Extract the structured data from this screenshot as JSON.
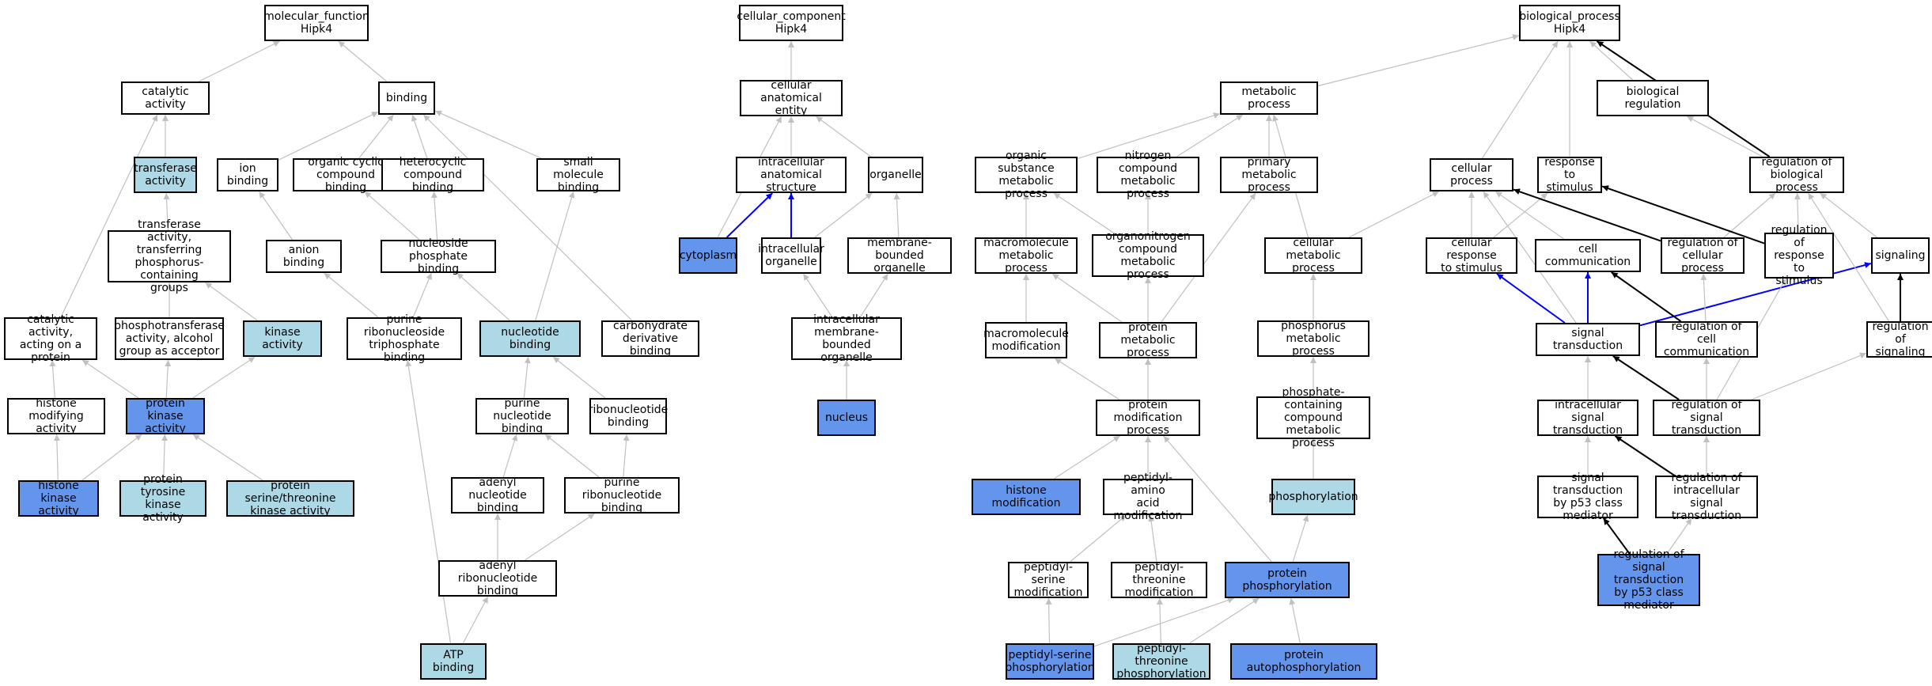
{
  "colors": {
    "grey_edge": "#c0c0c0",
    "black_edge": "#000000",
    "blue_edge": "#0000ff",
    "light_fill": "#add8e6",
    "strong_fill": "#6495ed"
  },
  "nodes": [
    {
      "id": "mf",
      "label": "molecular_function\nHipk4",
      "fill": "white"
    },
    {
      "id": "catalytic",
      "label": "catalytic activity",
      "fill": "white"
    },
    {
      "id": "binding",
      "label": "binding",
      "fill": "white"
    },
    {
      "id": "transferase",
      "label": "transferase\nactivity",
      "fill": "light"
    },
    {
      "id": "ionbind",
      "label": "ion binding",
      "fill": "white"
    },
    {
      "id": "orgcyc",
      "label": "organic cyclic\ncompound binding",
      "fill": "white"
    },
    {
      "id": "hetero",
      "label": "heterocyclic\ncompound binding",
      "fill": "white"
    },
    {
      "id": "smallmol",
      "label": "small molecule\nbinding",
      "fill": "white"
    },
    {
      "id": "transP",
      "label": "transferase\nactivity, transferring\nphosphorus-containing\ngroups",
      "fill": "white"
    },
    {
      "id": "anion",
      "label": "anion binding",
      "fill": "white"
    },
    {
      "id": "nucphos",
      "label": "nucleoside phosphate\nbinding",
      "fill": "white"
    },
    {
      "id": "catprot",
      "label": "catalytic activity,\nacting on a\nprotein",
      "fill": "white"
    },
    {
      "id": "phosalc",
      "label": "phosphotransferase\nactivity, alcohol\ngroup as acceptor",
      "fill": "white"
    },
    {
      "id": "kinase",
      "label": "kinase activity",
      "fill": "light"
    },
    {
      "id": "purribotri",
      "label": "purine ribonucleoside\ntriphosphate\nbinding",
      "fill": "white"
    },
    {
      "id": "nucbind",
      "label": "nucleotide binding",
      "fill": "light"
    },
    {
      "id": "carbo",
      "label": "carbohydrate\nderivative binding",
      "fill": "white"
    },
    {
      "id": "histmod",
      "label": "histone modifying\nactivity",
      "fill": "white"
    },
    {
      "id": "protkin",
      "label": "protein kinase\nactivity",
      "fill": "strong"
    },
    {
      "id": "purnuc",
      "label": "purine nucleotide\nbinding",
      "fill": "white"
    },
    {
      "id": "ribonuc",
      "label": "ribonucleotide\nbinding",
      "fill": "white"
    },
    {
      "id": "histkin",
      "label": "histone kinase\nactivity",
      "fill": "strong"
    },
    {
      "id": "tyrkin",
      "label": "protein tyrosine\nkinase activity",
      "fill": "light"
    },
    {
      "id": "serthrkin",
      "label": "protein serine/threonine\nkinase activity",
      "fill": "light"
    },
    {
      "id": "adenucl",
      "label": "adenyl nucleotide\nbinding",
      "fill": "white"
    },
    {
      "id": "purribonuc",
      "label": "purine ribonucleotide\nbinding",
      "fill": "white"
    },
    {
      "id": "adenribo",
      "label": "adenyl ribonucleotide\nbinding",
      "fill": "white"
    },
    {
      "id": "atp",
      "label": "ATP binding",
      "fill": "light"
    },
    {
      "id": "cc",
      "label": "cellular_component\nHipk4",
      "fill": "white"
    },
    {
      "id": "cae",
      "label": "cellular anatomical\nentity",
      "fill": "white"
    },
    {
      "id": "icstruct",
      "label": "intracellular\nanatomical structure",
      "fill": "white"
    },
    {
      "id": "organelle",
      "label": "organelle",
      "fill": "white"
    },
    {
      "id": "cytoplasm",
      "label": "cytoplasm",
      "fill": "strong"
    },
    {
      "id": "icorg",
      "label": "intracellular\norganelle",
      "fill": "white"
    },
    {
      "id": "memborg",
      "label": "membrane-bounded\norganelle",
      "fill": "white"
    },
    {
      "id": "icmemorg",
      "label": "intracellular\nmembrane-bounded\norganelle",
      "fill": "white"
    },
    {
      "id": "nucleus",
      "label": "nucleus",
      "fill": "strong"
    },
    {
      "id": "bp",
      "label": "biological_process\nHipk4",
      "fill": "white"
    },
    {
      "id": "metab",
      "label": "metabolic process",
      "fill": "white"
    },
    {
      "id": "bioreg",
      "label": "biological regulation",
      "fill": "white"
    },
    {
      "id": "orgsub",
      "label": "organic substance\nmetabolic process",
      "fill": "white"
    },
    {
      "id": "nitro",
      "label": "nitrogen compound\nmetabolic process",
      "fill": "white"
    },
    {
      "id": "primmet",
      "label": "primary metabolic\nprocess",
      "fill": "white"
    },
    {
      "id": "cellproc",
      "label": "cellular process",
      "fill": "white"
    },
    {
      "id": "respstim",
      "label": "response to\nstimulus",
      "fill": "white"
    },
    {
      "id": "regbio",
      "label": "regulation of\nbiological process",
      "fill": "white"
    },
    {
      "id": "macromet",
      "label": "macromolecule\nmetabolic process",
      "fill": "white"
    },
    {
      "id": "orgnitro",
      "label": "organonitrogen\ncompound metabolic\nprocess",
      "fill": "white"
    },
    {
      "id": "cellmet",
      "label": "cellular metabolic\nprocess",
      "fill": "white"
    },
    {
      "id": "cellresp",
      "label": "cellular response\nto stimulus",
      "fill": "white"
    },
    {
      "id": "cellcomm",
      "label": "cell communication",
      "fill": "white"
    },
    {
      "id": "regcell",
      "label": "regulation of\ncellular process",
      "fill": "white"
    },
    {
      "id": "regresp",
      "label": "regulation of\nresponse to\nstimulus",
      "fill": "white"
    },
    {
      "id": "signaling",
      "label": "signaling",
      "fill": "white"
    },
    {
      "id": "macromod",
      "label": "macromolecule\nmodification",
      "fill": "white"
    },
    {
      "id": "protmet",
      "label": "protein metabolic\nprocess",
      "fill": "white"
    },
    {
      "id": "phosmet",
      "label": "phosphorus metabolic\nprocess",
      "fill": "white"
    },
    {
      "id": "sigtrans",
      "label": "signal transduction",
      "fill": "white"
    },
    {
      "id": "regcomm",
      "label": "regulation of\ncell communication",
      "fill": "white"
    },
    {
      "id": "regsig",
      "label": "regulation of\nsignaling",
      "fill": "white"
    },
    {
      "id": "protmod",
      "label": "protein modification\nprocess",
      "fill": "white"
    },
    {
      "id": "phoscont",
      "label": "phosphate-containing\ncompound metabolic\nprocess",
      "fill": "white"
    },
    {
      "id": "icsig",
      "label": "intracellular\nsignal transduction",
      "fill": "white"
    },
    {
      "id": "regsigtrans",
      "label": "regulation of\nsignal transduction",
      "fill": "white"
    },
    {
      "id": "histmodp",
      "label": "histone modification",
      "fill": "strong"
    },
    {
      "id": "pepaa",
      "label": "peptidyl-amino\nacid modification",
      "fill": "white"
    },
    {
      "id": "phosph",
      "label": "phosphorylation",
      "fill": "light"
    },
    {
      "id": "p53",
      "label": "signal transduction\nby p53 class\nmediator",
      "fill": "white"
    },
    {
      "id": "regicsig",
      "label": "regulation of\nintracellular\nsignal transduction",
      "fill": "white"
    },
    {
      "id": "pepser",
      "label": "peptidyl-serine\nmodification",
      "fill": "white"
    },
    {
      "id": "pepthr",
      "label": "peptidyl-threonine\nmodification",
      "fill": "white"
    },
    {
      "id": "protphos",
      "label": "protein phosphorylation",
      "fill": "strong"
    },
    {
      "id": "regp53",
      "label": "regulation of\nsignal transduction\nby p53 class\nmediator",
      "fill": "strong"
    },
    {
      "id": "pepserp",
      "label": "peptidyl-serine\nphosphorylation",
      "fill": "strong"
    },
    {
      "id": "pepthrp",
      "label": "peptidyl-threonine\nphosphorylation",
      "fill": "light"
    },
    {
      "id": "autophos",
      "label": "protein autophosphorylation",
      "fill": "strong"
    }
  ],
  "edges": [
    [
      "catalytic",
      "mf",
      "grey"
    ],
    [
      "binding",
      "mf",
      "grey"
    ],
    [
      "transferase",
      "catalytic",
      "grey"
    ],
    [
      "catprot",
      "catalytic",
      "grey"
    ],
    [
      "ionbind",
      "binding",
      "grey"
    ],
    [
      "orgcyc",
      "binding",
      "grey"
    ],
    [
      "hetero",
      "binding",
      "grey"
    ],
    [
      "smallmol",
      "binding",
      "grey"
    ],
    [
      "carbo",
      "binding",
      "grey"
    ],
    [
      "transP",
      "transferase",
      "grey"
    ],
    [
      "anion",
      "ionbind",
      "grey"
    ],
    [
      "nucphos",
      "orgcyc",
      "grey"
    ],
    [
      "nucphos",
      "hetero",
      "grey"
    ],
    [
      "phosalc",
      "transP",
      "grey"
    ],
    [
      "kinase",
      "transP",
      "grey"
    ],
    [
      "purribotri",
      "anion",
      "grey"
    ],
    [
      "purribotri",
      "nucphos",
      "grey"
    ],
    [
      "nucbind",
      "nucphos",
      "grey"
    ],
    [
      "nucbind",
      "smallmol",
      "grey"
    ],
    [
      "histmod",
      "catprot",
      "grey"
    ],
    [
      "protkin",
      "catprot",
      "grey"
    ],
    [
      "protkin",
      "phosalc",
      "grey"
    ],
    [
      "protkin",
      "kinase",
      "grey"
    ],
    [
      "purnuc",
      "nucbind",
      "grey"
    ],
    [
      "ribonuc",
      "nucbind",
      "grey"
    ],
    [
      "histkin",
      "histmod",
      "grey"
    ],
    [
      "histkin",
      "protkin",
      "grey"
    ],
    [
      "tyrkin",
      "protkin",
      "grey"
    ],
    [
      "serthrkin",
      "protkin",
      "grey"
    ],
    [
      "adenucl",
      "purnuc",
      "grey"
    ],
    [
      "purribonuc",
      "purnuc",
      "grey"
    ],
    [
      "purribonuc",
      "ribonuc",
      "grey"
    ],
    [
      "adenribo",
      "adenucl",
      "grey"
    ],
    [
      "adenribo",
      "purribonuc",
      "grey"
    ],
    [
      "atp",
      "adenribo",
      "grey"
    ],
    [
      "atp",
      "purribotri",
      "grey"
    ],
    [
      "cae",
      "cc",
      "grey"
    ],
    [
      "icstruct",
      "cae",
      "grey"
    ],
    [
      "organelle",
      "cae",
      "grey"
    ],
    [
      "cytoplasm",
      "cae",
      "grey"
    ],
    [
      "cytoplasm",
      "icstruct",
      "blue"
    ],
    [
      "icorg",
      "icstruct",
      "blue"
    ],
    [
      "icorg",
      "organelle",
      "grey"
    ],
    [
      "memborg",
      "organelle",
      "grey"
    ],
    [
      "icmemorg",
      "icorg",
      "grey"
    ],
    [
      "icmemorg",
      "memborg",
      "grey"
    ],
    [
      "nucleus",
      "icmemorg",
      "grey"
    ],
    [
      "metab",
      "bp",
      "grey"
    ],
    [
      "cellproc",
      "bp",
      "grey"
    ],
    [
      "respstim",
      "bp",
      "grey"
    ],
    [
      "bioreg",
      "bp",
      "grey"
    ],
    [
      "regbio",
      "bp",
      "black"
    ],
    [
      "orgsub",
      "metab",
      "grey"
    ],
    [
      "nitro",
      "metab",
      "grey"
    ],
    [
      "primmet",
      "metab",
      "grey"
    ],
    [
      "cellmet",
      "metab",
      "grey"
    ],
    [
      "regbio",
      "bioreg",
      "grey"
    ],
    [
      "macromet",
      "orgsub",
      "grey"
    ],
    [
      "orgnitro",
      "orgsub",
      "grey"
    ],
    [
      "orgnitro",
      "nitro",
      "grey"
    ],
    [
      "protmet",
      "macromet",
      "grey"
    ],
    [
      "protmet",
      "orgnitro",
      "grey"
    ],
    [
      "protmet",
      "primmet",
      "grey"
    ],
    [
      "cellmet",
      "cellproc",
      "grey"
    ],
    [
      "cellresp",
      "cellproc",
      "grey"
    ],
    [
      "cellresp",
      "respstim",
      "grey"
    ],
    [
      "cellcomm",
      "cellproc",
      "grey"
    ],
    [
      "regcell",
      "cellproc",
      "black"
    ],
    [
      "regcell",
      "regbio",
      "grey"
    ],
    [
      "regresp",
      "respstim",
      "black"
    ],
    [
      "regresp",
      "regbio",
      "grey"
    ],
    [
      "signaling",
      "regbio",
      "grey"
    ],
    [
      "macromod",
      "macromet",
      "grey"
    ],
    [
      "phosmet",
      "cellmet",
      "grey"
    ],
    [
      "sigtrans",
      "cellproc",
      "grey"
    ],
    [
      "sigtrans",
      "cellresp",
      "blue"
    ],
    [
      "sigtrans",
      "cellcomm",
      "blue"
    ],
    [
      "sigtrans",
      "signaling",
      "blue"
    ],
    [
      "regcomm",
      "cellcomm",
      "black"
    ],
    [
      "regcomm",
      "regcell",
      "grey"
    ],
    [
      "regsig",
      "signaling",
      "black"
    ],
    [
      "regsig",
      "regbio",
      "grey"
    ],
    [
      "protmod",
      "macromod",
      "grey"
    ],
    [
      "protmod",
      "protmet",
      "grey"
    ],
    [
      "phoscont",
      "phosmet",
      "grey"
    ],
    [
      "icsig",
      "sigtrans",
      "grey"
    ],
    [
      "regsigtrans",
      "sigtrans",
      "black"
    ],
    [
      "regsigtrans",
      "regcomm",
      "grey"
    ],
    [
      "regsigtrans",
      "regsig",
      "grey"
    ],
    [
      "regsigtrans",
      "regresp",
      "grey"
    ],
    [
      "histmodp",
      "protmod",
      "grey"
    ],
    [
      "pepaa",
      "protmod",
      "grey"
    ],
    [
      "phosph",
      "phoscont",
      "grey"
    ],
    [
      "p53",
      "icsig",
      "grey"
    ],
    [
      "regicsig",
      "icsig",
      "black"
    ],
    [
      "regicsig",
      "regsigtrans",
      "grey"
    ],
    [
      "pepser",
      "pepaa",
      "grey"
    ],
    [
      "pepthr",
      "pepaa",
      "grey"
    ],
    [
      "protphos",
      "protmod",
      "grey"
    ],
    [
      "protphos",
      "phosph",
      "grey"
    ],
    [
      "regp53",
      "p53",
      "black"
    ],
    [
      "regp53",
      "regicsig",
      "grey"
    ],
    [
      "pepserp",
      "pepser",
      "grey"
    ],
    [
      "pepserp",
      "protphos",
      "grey"
    ],
    [
      "pepthrp",
      "pepthr",
      "grey"
    ],
    [
      "pepthrp",
      "protphos",
      "grey"
    ],
    [
      "autophos",
      "protphos",
      "grey"
    ]
  ]
}
